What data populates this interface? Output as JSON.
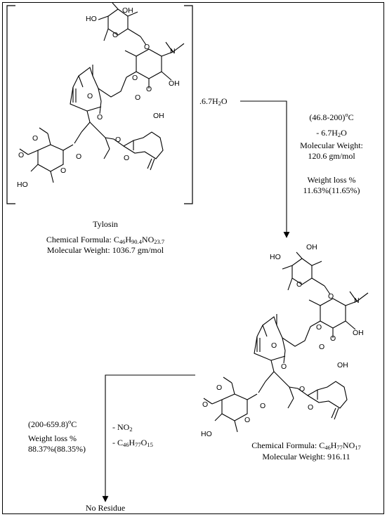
{
  "compound": {
    "name": "Tylosin",
    "formula_label": "Chemical Formula:",
    "formula": {
      "C": "C",
      "c_n": "46",
      "H": "H",
      "h_n": "90.4",
      "NO": "NO",
      "o_n": "23.7"
    },
    "mw_label": "Molecular Weight:",
    "mw_value": "1036.7 gm/mol",
    "hydrate": {
      "prefix": ".6.7H",
      "sub": "2",
      "suffix": "O"
    }
  },
  "step1": {
    "range": {
      "text": "(46.8-200)",
      "unit_sup": "o",
      "unit": "C"
    },
    "loss_species": {
      "text": "- 6.7H",
      "sub": "2",
      "suffix": "O"
    },
    "mw_label": "Molecular Weight:",
    "mw_value": "120.6 gm/mol",
    "wl_label": "Weight loss %",
    "wl_value": "11.63%(11.65%)"
  },
  "product": {
    "formula_label": "Chemical Formula:",
    "formula": {
      "C": "C",
      "c_n": "46",
      "H": "H",
      "h_n": "77",
      "NO": "NO",
      "o_n": "17"
    },
    "mw_label": "Molecular Weight:",
    "mw_value": "916.11"
  },
  "step2": {
    "range": {
      "text": "(200-659.8)",
      "unit_sup": "o",
      "unit": "C"
    },
    "wl_label": "Weight loss %",
    "wl_value": "88.37%(88.35%)",
    "loss1": {
      "text": "- NO",
      "sub": "2"
    },
    "loss2": {
      "text": "- C",
      "c_n": "46",
      "H": "H",
      "h_n": "77",
      "O": "O",
      "o_n": "15"
    }
  },
  "final": {
    "label": "No Residue"
  },
  "atom_labels": {
    "oh": "OH",
    "ho": "HO",
    "o": "O",
    "n": "N"
  }
}
